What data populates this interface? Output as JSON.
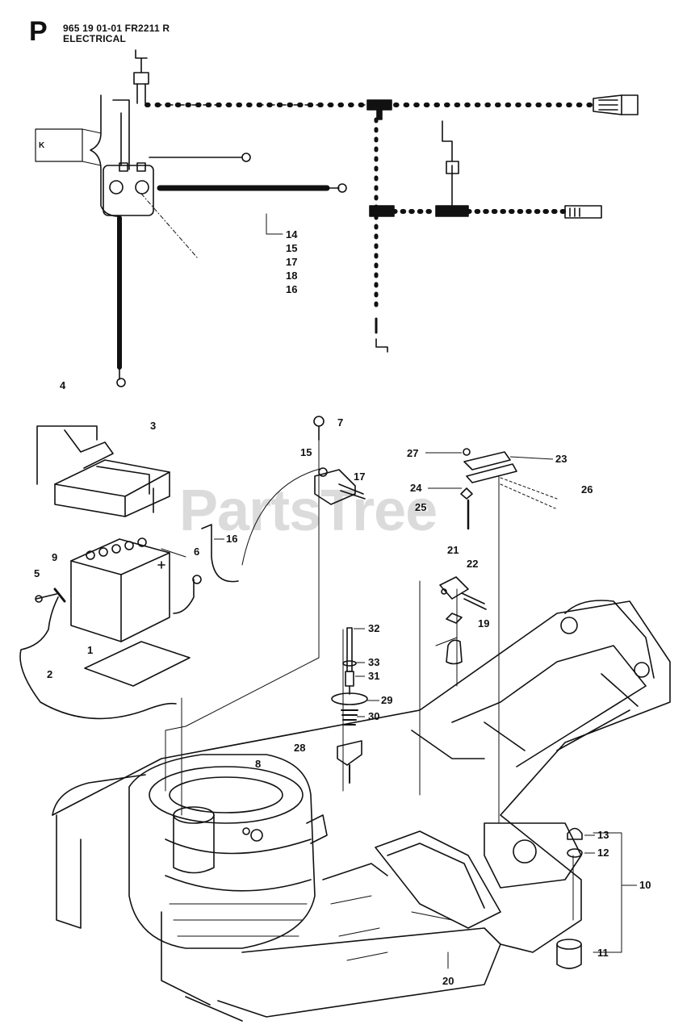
{
  "header": {
    "section_letter": "P",
    "doc_code": "965 19 01-01 FR2211 R",
    "section_title": "ELECTRICAL"
  },
  "watermark": "PartsTree",
  "inset_letter": "K",
  "callouts": {
    "harness_refs": [
      "14",
      "15",
      "17",
      "18",
      "16"
    ],
    "items": [
      {
        "id": "c4",
        "label": "4"
      },
      {
        "id": "c3",
        "label": "3"
      },
      {
        "id": "c7",
        "label": "7"
      },
      {
        "id": "c15",
        "label": "15"
      },
      {
        "id": "c17",
        "label": "17"
      },
      {
        "id": "c27",
        "label": "27"
      },
      {
        "id": "c23",
        "label": "23"
      },
      {
        "id": "c24",
        "label": "24"
      },
      {
        "id": "c25",
        "label": "25"
      },
      {
        "id": "c26",
        "label": "26"
      },
      {
        "id": "c16",
        "label": "16"
      },
      {
        "id": "c6",
        "label": "6"
      },
      {
        "id": "c9",
        "label": "9"
      },
      {
        "id": "c5",
        "label": "5"
      },
      {
        "id": "c21",
        "label": "21"
      },
      {
        "id": "c22",
        "label": "22"
      },
      {
        "id": "c19",
        "label": "19"
      },
      {
        "id": "c1",
        "label": "1"
      },
      {
        "id": "c2",
        "label": "2"
      },
      {
        "id": "c32",
        "label": "32"
      },
      {
        "id": "c33",
        "label": "33"
      },
      {
        "id": "c31",
        "label": "31"
      },
      {
        "id": "c29",
        "label": "29"
      },
      {
        "id": "c30",
        "label": "30"
      },
      {
        "id": "c28",
        "label": "28"
      },
      {
        "id": "c8",
        "label": "8"
      },
      {
        "id": "c13",
        "label": "13"
      },
      {
        "id": "c12",
        "label": "12"
      },
      {
        "id": "c10",
        "label": "10"
      },
      {
        "id": "c11",
        "label": "11"
      },
      {
        "id": "c20",
        "label": "20"
      }
    ]
  }
}
